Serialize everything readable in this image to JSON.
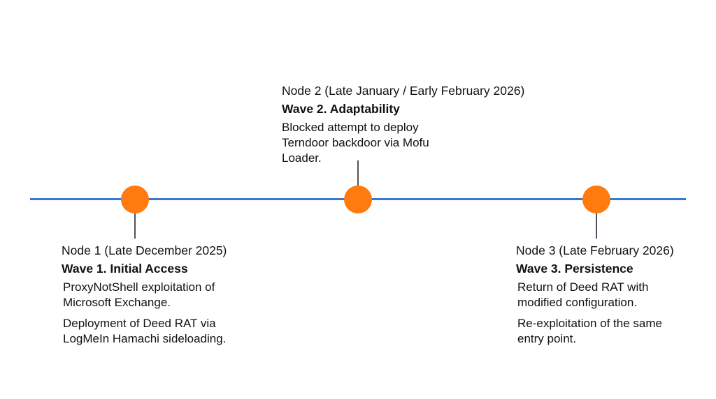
{
  "timeline": {
    "line_color": "#3a78cf",
    "marker_color": "#ff7a0f",
    "connector_color": "#4d5560"
  },
  "nodes": [
    {
      "title": "Node 1 (Late December 2025)",
      "wave": "Wave 1. Initial Access",
      "descriptions": [
        "ProxyNotShell exploitation of Microsoft Exchange.",
        "Deployment of Deed RAT via LogMeIn Hamachi sideloading."
      ]
    },
    {
      "title": "Node 2 (Late January / Early February 2026)",
      "wave": "Wave 2. Adaptability",
      "descriptions": [
        "Blocked attempt to deploy Terndoor backdoor via Mofu Loader."
      ]
    },
    {
      "title": "Node 3 (Late February 2026)",
      "wave": "Wave 3. Persistence",
      "descriptions": [
        "Return of Deed RAT with modified configuration.",
        "Re-exploitation of the same entry point."
      ]
    }
  ]
}
